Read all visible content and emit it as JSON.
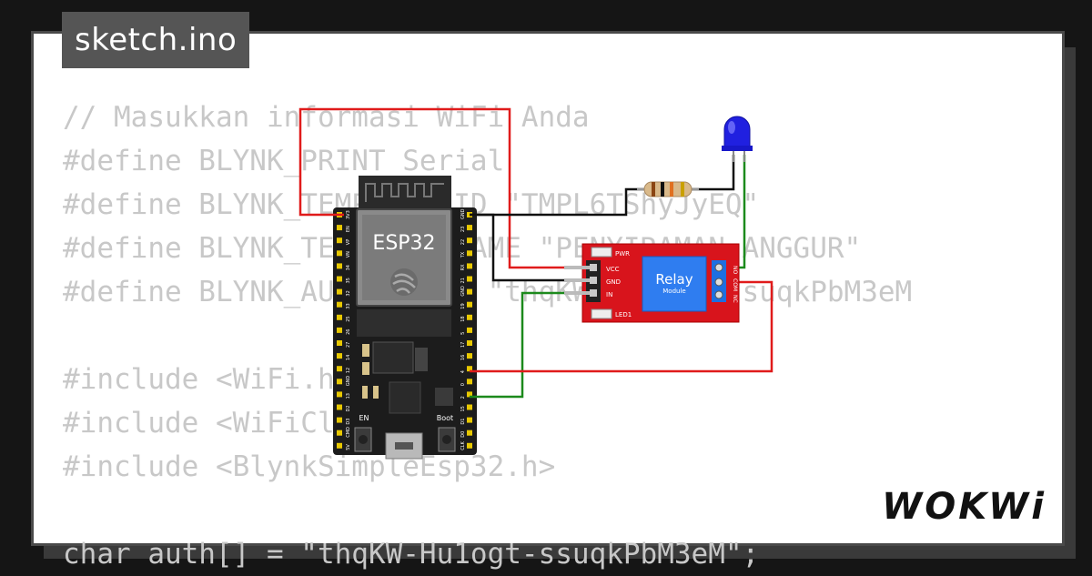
{
  "window": {
    "title": "sketch.ino"
  },
  "code_lines": [
    "// Masukkan informasi WiFi Anda",
    "#define BLYNK_PRINT Serial",
    "#define BLYNK_TEMPLATE_ID \"TMPL6TShyJyEQ\"",
    "#define BLYNK_TEMPLATE_NAME \"PENYIRAMAN ANGGUR\"",
    "#define BLYNK_AUTH_TOKEN \"thqKW-Hu1ogt-ssuqkPbM3eM",
    "",
    "#include <WiFi.h>",
    "#include <WiFiClient.h>",
    "#include <BlynkSimpleEsp32.h>",
    "",
    "char auth[] = \"thqKW-Hu1ogt-ssuqkPbM3eM\";"
  ],
  "board": {
    "name": "ESP32",
    "en_label": "EN",
    "boot_label": "Boot",
    "left_pins": [
      "3V3",
      "EN",
      "VP",
      "VN",
      "34",
      "35",
      "32",
      "33",
      "25",
      "26",
      "27",
      "14",
      "12",
      "GND",
      "13",
      "D2",
      "D3",
      "CMD",
      "5V"
    ],
    "right_pins": [
      "GND",
      "23",
      "22",
      "TX",
      "RX",
      "21",
      "GND",
      "19",
      "18",
      "5",
      "17",
      "16",
      "4",
      "0",
      "2",
      "15",
      "D1",
      "D0",
      "CLK"
    ]
  },
  "relay": {
    "label": "Relay",
    "sublabel": "Module",
    "pwr_label": "PWR",
    "led_label": "LED1",
    "pins": [
      "VCC",
      "GND",
      "IN"
    ],
    "terminals": [
      "NO",
      "COM",
      "NC"
    ]
  },
  "colors": {
    "wire_red": "#e01b1b",
    "wire_green": "#1c8a1c",
    "wire_black": "#111111",
    "relay_red": "#d8141c",
    "relay_blue": "#2f7df0",
    "led_blue": "#2020e0",
    "board": "#1c1c1c"
  },
  "brand": {
    "logo_text": "WOKWi"
  }
}
